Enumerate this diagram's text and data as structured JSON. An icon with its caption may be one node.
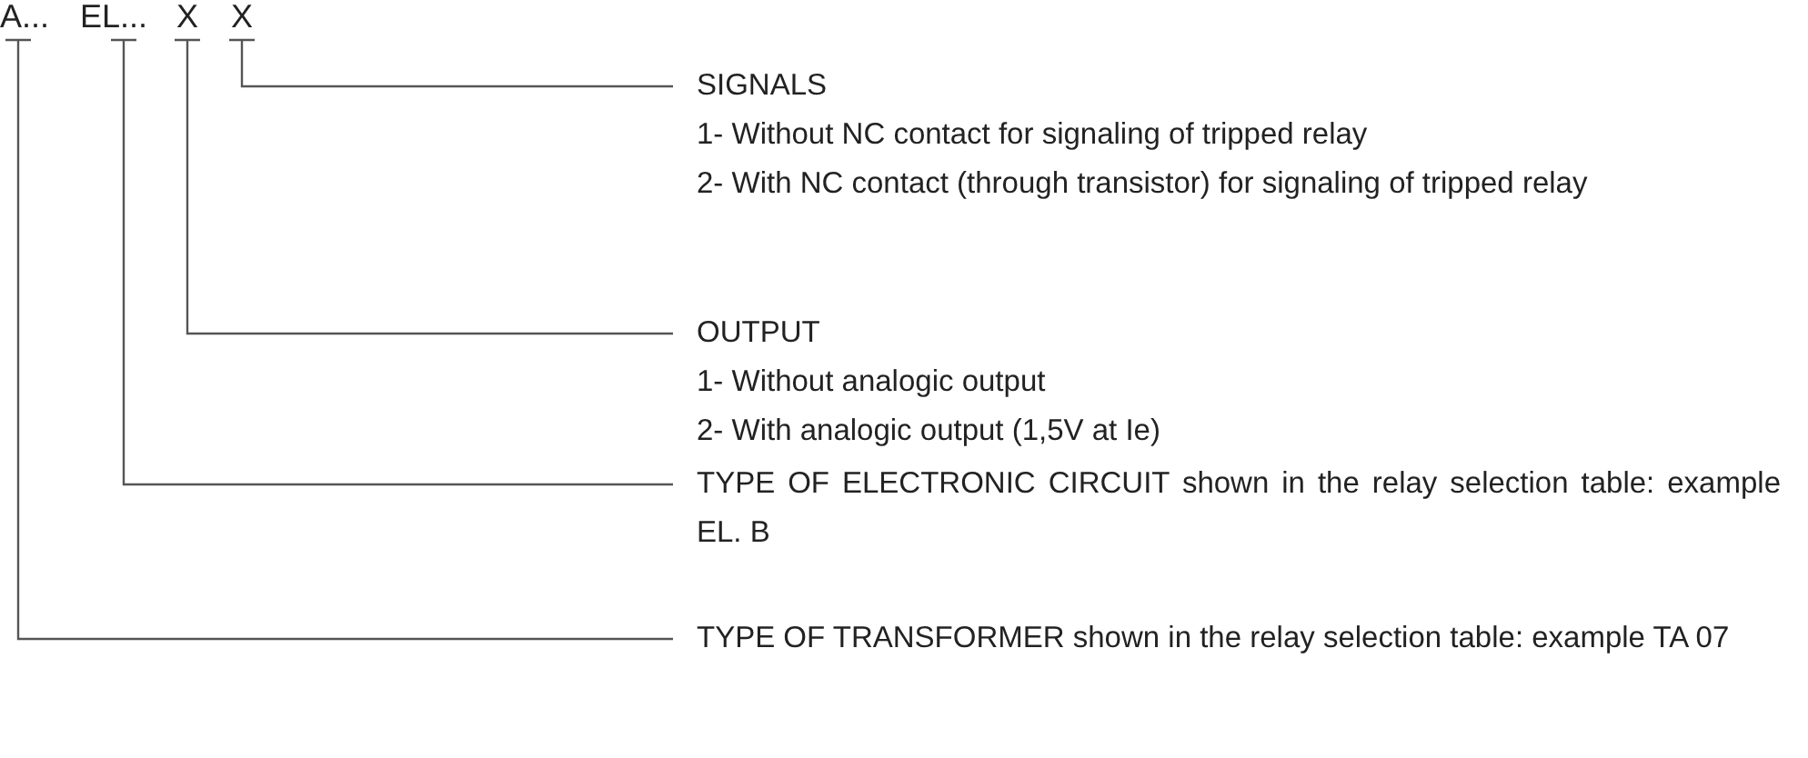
{
  "diagram": {
    "nodes": [
      {
        "text": [
          "A..."
        ]
      },
      {
        "text": [
          "EL..."
        ]
      },
      {
        "text": [
          "X"
        ]
      },
      {
        "text": [
          "X"
        ]
      },
      {
        "text": [
          "SIGNALS",
          "1- Without NC contact for signaling of tripped relay",
          "2- With NC contact (through transistor) for signaling of tripped relay"
        ]
      },
      {
        "text": [
          "OUTPUT",
          "1- Without analogic output",
          "2- With analogic output (1,5V at Ie)"
        ]
      },
      {
        "text": [
          "TYPE OF ELECTRONIC CIRCUIT shown in the relay selection table: example EL. B"
        ]
      },
      {
        "text": [
          "TYPE OF TRANSFORMER shown in the relay selection table: example TA 07"
        ]
      }
    ],
    "edges": [
      {
        "from": 3,
        "to": 4,
        "arrow": "none"
      },
      {
        "from": 2,
        "to": 5,
        "arrow": "none"
      },
      {
        "from": 1,
        "to": 6,
        "arrow": "none"
      },
      {
        "from": 0,
        "to": 7,
        "arrow": "none"
      }
    ]
  }
}
